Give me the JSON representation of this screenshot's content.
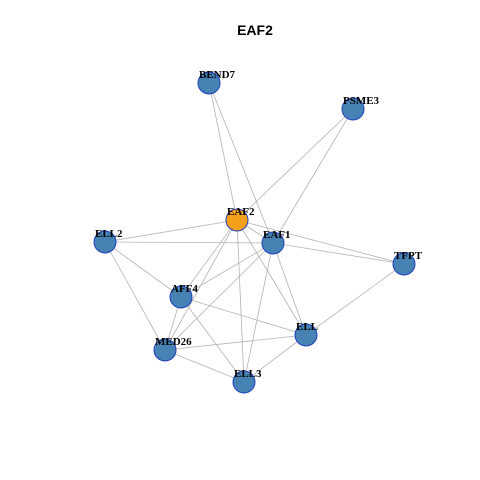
{
  "title": "EAF2",
  "colors": {
    "default_node": "#4682b4",
    "highlight_node": "#f5a01a",
    "edge": "#b3b3b3",
    "node_border": "#1f3fbf"
  },
  "nodes": [
    {
      "id": "EAF2",
      "highlight": true
    },
    {
      "id": "BEND7",
      "highlight": false
    },
    {
      "id": "PSME3",
      "highlight": false
    },
    {
      "id": "ELL2",
      "highlight": false
    },
    {
      "id": "EAF1",
      "highlight": false
    },
    {
      "id": "TFPT",
      "highlight": false
    },
    {
      "id": "AFF4",
      "highlight": false
    },
    {
      "id": "ELL",
      "highlight": false
    },
    {
      "id": "MED26",
      "highlight": false
    },
    {
      "id": "ELL3",
      "highlight": false
    }
  ],
  "edges": [
    [
      "BEND7",
      "EAF2"
    ],
    [
      "BEND7",
      "EAF1"
    ],
    [
      "PSME3",
      "EAF2"
    ],
    [
      "PSME3",
      "EAF1"
    ],
    [
      "ELL2",
      "EAF2"
    ],
    [
      "ELL2",
      "EAF1"
    ],
    [
      "ELL2",
      "AFF4"
    ],
    [
      "ELL2",
      "MED26"
    ],
    [
      "EAF2",
      "EAF1"
    ],
    [
      "EAF2",
      "TFPT"
    ],
    [
      "EAF2",
      "AFF4"
    ],
    [
      "EAF2",
      "MED26"
    ],
    [
      "EAF2",
      "ELL3"
    ],
    [
      "EAF2",
      "ELL"
    ],
    [
      "EAF1",
      "TFPT"
    ],
    [
      "EAF1",
      "AFF4"
    ],
    [
      "EAF1",
      "MED26"
    ],
    [
      "EAF1",
      "ELL"
    ],
    [
      "EAF1",
      "ELL3"
    ],
    [
      "TFPT",
      "ELL"
    ],
    [
      "AFF4",
      "ELL"
    ],
    [
      "AFF4",
      "MED26"
    ],
    [
      "AFF4",
      "ELL3"
    ],
    [
      "MED26",
      "ELL"
    ],
    [
      "MED26",
      "ELL3"
    ],
    [
      "ELL",
      "ELL3"
    ]
  ]
}
